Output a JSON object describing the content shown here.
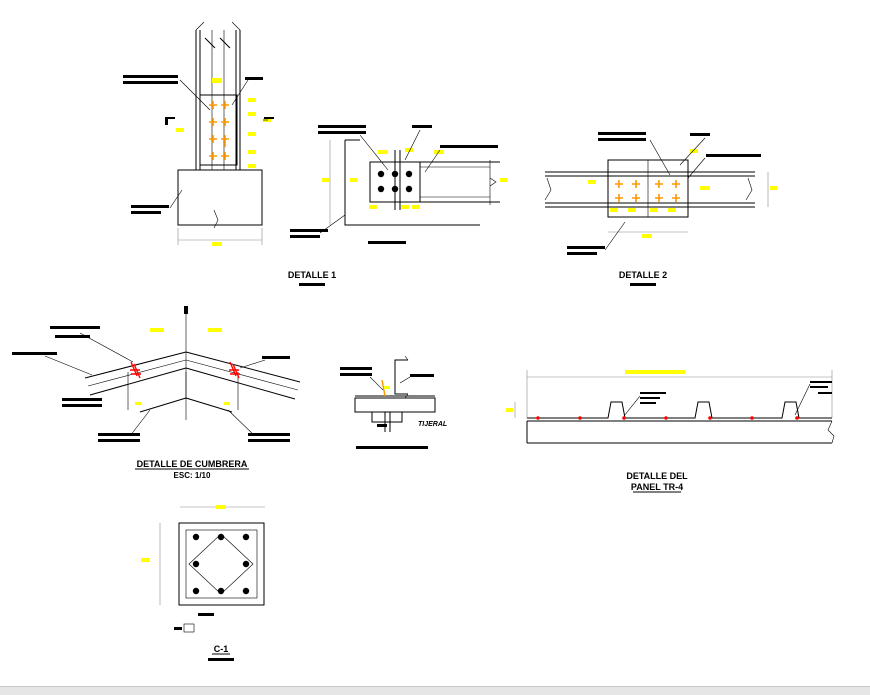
{
  "drawing": {
    "detail1": {
      "title": "DETALLE 1"
    },
    "detail2": {
      "title": "DETALLE 2"
    },
    "cumbrera": {
      "title": "DETALLE  DE CUMBRERA",
      "scale": "ESC: 1/10"
    },
    "tijeral": {
      "label": "TIJERAL"
    },
    "panel": {
      "title_line1": "DETALLE DEL",
      "title_line2": "PANEL TR-4"
    },
    "column": {
      "title": "C-1"
    }
  },
  "colors": {
    "background": "#ffffff",
    "lines": "#000000",
    "dimension_marks": "#ffff00",
    "bolts": "#ff9900",
    "fasteners": "#ff0000"
  }
}
